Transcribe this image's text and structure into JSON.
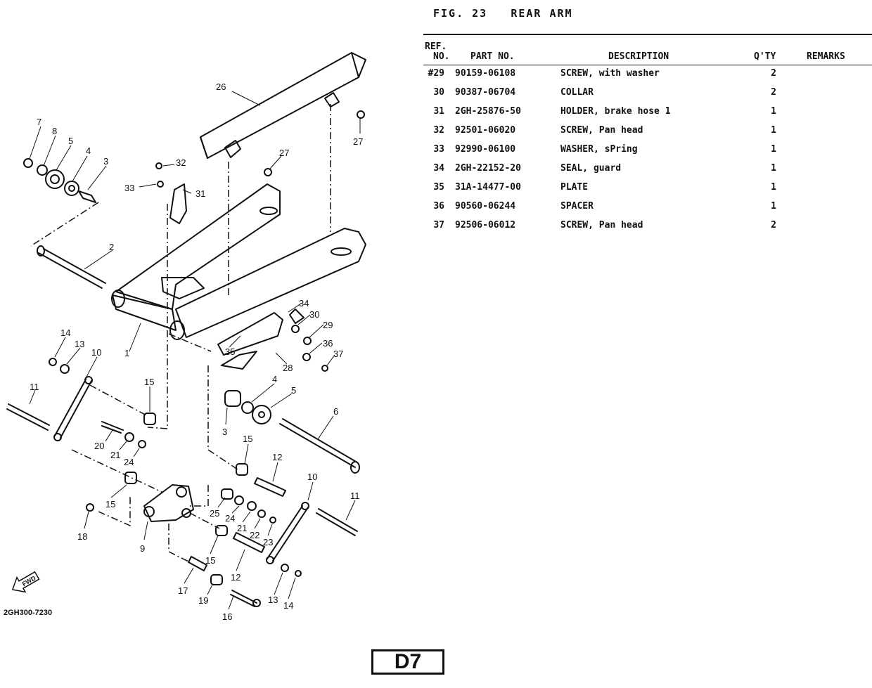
{
  "figure": {
    "label": "FIG. 23",
    "title": "REAR ARM"
  },
  "table": {
    "headers": {
      "ref_line1": "REF.",
      "ref_line2": "NO.",
      "part_no": "PART NO.",
      "description": "DESCRIPTION",
      "qty": "Q'TY",
      "remarks": "REMARKS"
    },
    "rows": [
      {
        "ref": "#29",
        "part_no": "90159-06108",
        "description": "SCREW, with washer",
        "qty": "2"
      },
      {
        "ref": "30",
        "part_no": "90387-06704",
        "description": "COLLAR",
        "qty": "2"
      },
      {
        "ref": "31",
        "part_no": "2GH-25876-50",
        "description": "HOLDER, brake hose 1",
        "qty": "1"
      },
      {
        "ref": "32",
        "part_no": "92501-06020",
        "description": "SCREW, Pan head",
        "qty": "1"
      },
      {
        "ref": "33",
        "part_no": "92990-06100",
        "description": "WASHER, sPring",
        "qty": "1"
      },
      {
        "ref": "34",
        "part_no": "2GH-22152-20",
        "description": "SEAL, guard",
        "qty": "1"
      },
      {
        "ref": "35",
        "part_no": "31A-14477-00",
        "description": "PLATE",
        "qty": "1"
      },
      {
        "ref": "36",
        "part_no": "90560-06244",
        "description": "SPACER",
        "qty": "1"
      },
      {
        "ref": "37",
        "part_no": "92506-06012",
        "description": "SCREW, Pan head",
        "qty": "2"
      }
    ]
  },
  "diagram": {
    "fwd_label": "FWD",
    "code": "2GH300-7230",
    "callouts": [
      "26",
      "27",
      "27",
      "32",
      "31",
      "33",
      "7",
      "8",
      "5",
      "4",
      "3",
      "2",
      "1",
      "34",
      "30",
      "29",
      "36",
      "37",
      "35",
      "28",
      "14",
      "13",
      "10",
      "11",
      "15",
      "4",
      "5",
      "3",
      "6",
      "20",
      "21",
      "24",
      "15",
      "12",
      "10",
      "11",
      "15",
      "25",
      "24",
      "21",
      "22",
      "23",
      "18",
      "9",
      "15",
      "17",
      "19",
      "12",
      "13",
      "14",
      "16"
    ]
  },
  "page": {
    "number": "D7"
  }
}
